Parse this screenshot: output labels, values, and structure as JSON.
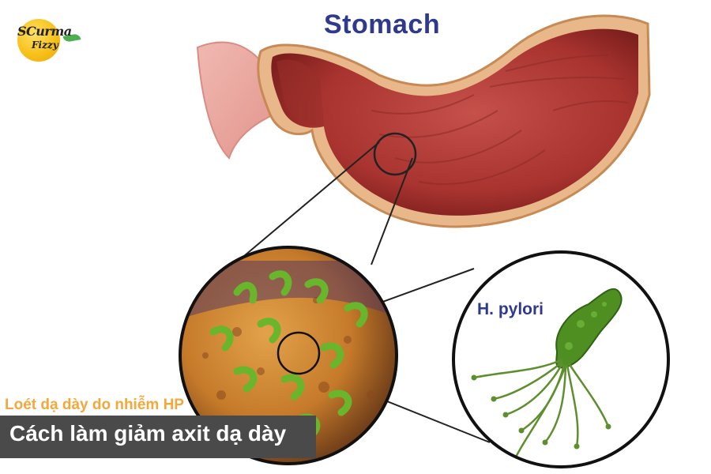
{
  "logo": {
    "line1": "SCurma",
    "line2": "Fizzy"
  },
  "labels": {
    "stomach": "Stomach",
    "bacterium": "H. pylori"
  },
  "caption": {
    "subtitle": "Loét dạ dày do nhiễm HP",
    "title": "Cách làm giảm axit dạ dày",
    "subtitle_color": "#f2a83c",
    "banner_color": "#4a4a4a"
  },
  "colors": {
    "label_blue": "#2f3a8c",
    "stomach_red": "#b23a36",
    "bacteria_green": "#5a9a2a"
  }
}
